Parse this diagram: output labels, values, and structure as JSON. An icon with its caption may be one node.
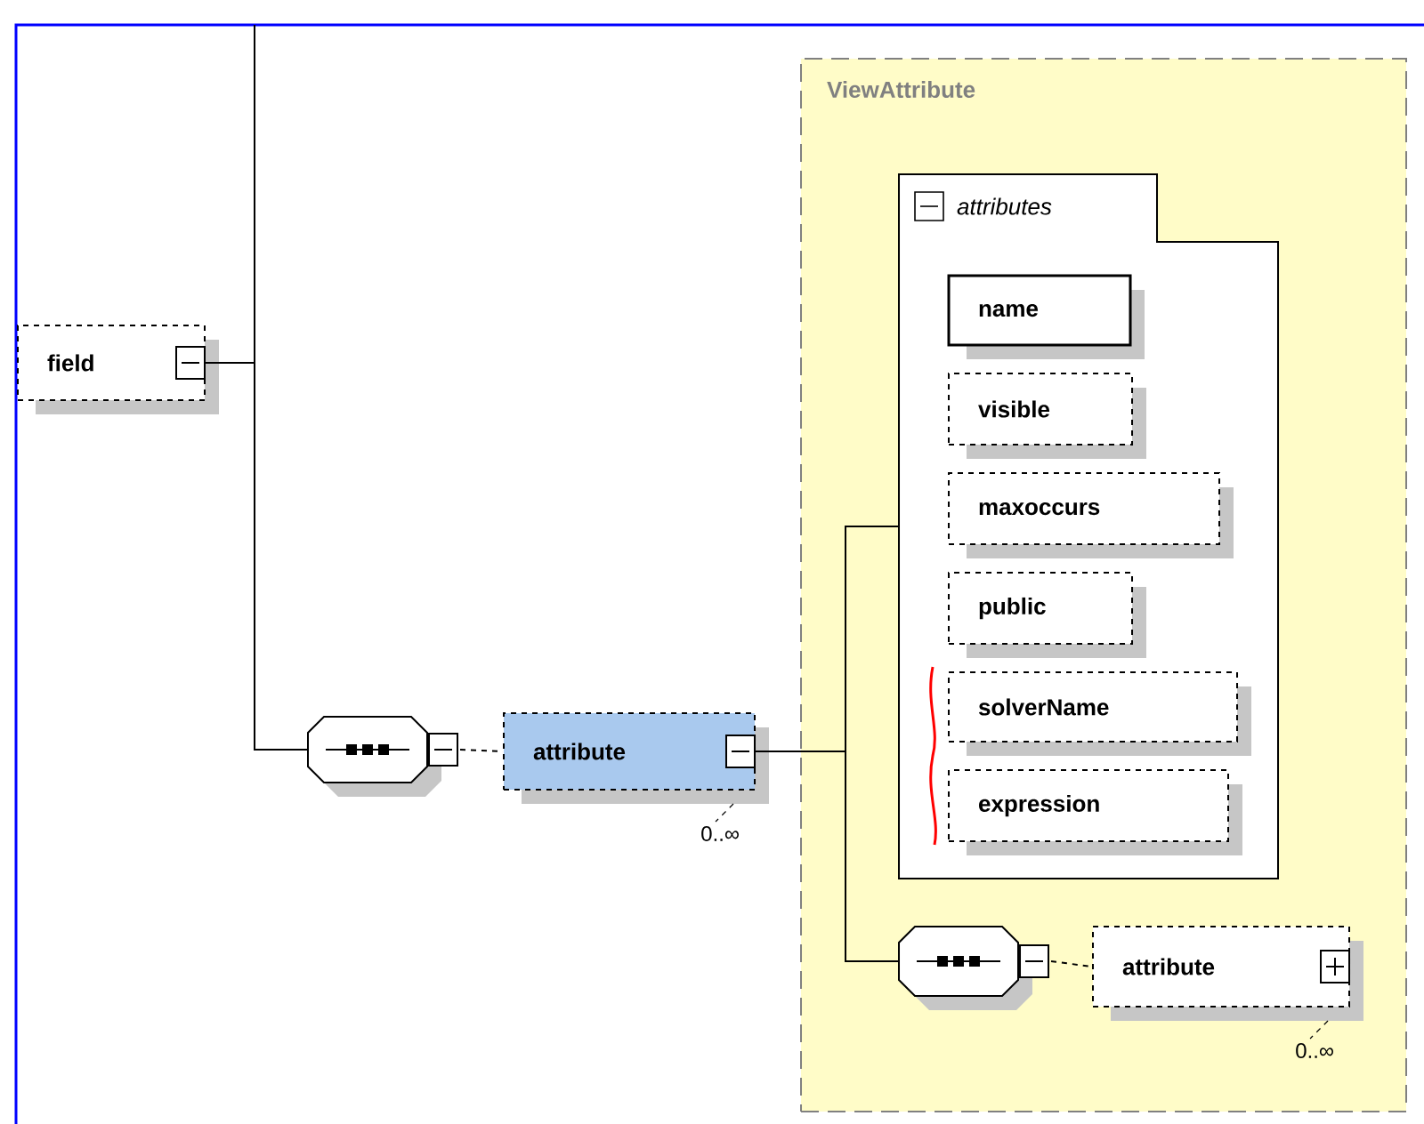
{
  "diagram": {
    "nodes": [
      {
        "text": [
          "field"
        ]
      },
      {
        "text": [],
        "shape": "octagon"
      },
      {
        "text": [
          "attribute"
        ],
        "beside": [
          "0..∞"
        ]
      },
      {
        "text": [
          "ViewAttribute"
        ]
      },
      {
        "text": [
          "attributes"
        ],
        "in": 3
      },
      {
        "text": [
          "name"
        ],
        "in": 4
      },
      {
        "text": [
          "visible"
        ],
        "in": 4
      },
      {
        "text": [
          "maxoccurs"
        ],
        "in": 4
      },
      {
        "text": [
          "public"
        ],
        "in": 4
      },
      {
        "text": [
          "solverName"
        ],
        "in": 4
      },
      {
        "text": [
          "expression"
        ],
        "in": 4
      },
      {
        "text": [],
        "shape": "octagon",
        "in": 3
      },
      {
        "text": [
          "attribute"
        ],
        "beside": [
          "0..∞"
        ],
        "in": 3
      }
    ],
    "edges": [
      {
        "from": 0,
        "to": 1,
        "arrow": "none"
      },
      {
        "from": null,
        "to": 1,
        "arrow": "none"
      },
      {
        "from": 1,
        "to": 2,
        "arrow": "none",
        "style": "dashed"
      },
      {
        "from": 2,
        "to": 4,
        "arrow": "none"
      },
      {
        "from": 2,
        "to": 11,
        "arrow": "none"
      },
      {
        "from": 11,
        "to": 12,
        "arrow": "none",
        "style": "dashed"
      }
    ]
  }
}
